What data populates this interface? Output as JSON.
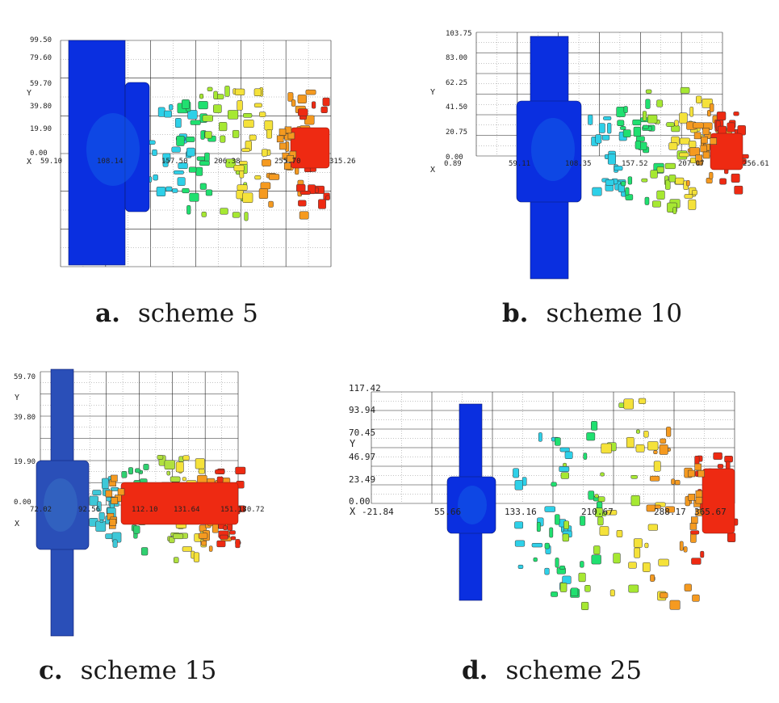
{
  "panels": [
    {
      "id": "a",
      "caption_letter": "a.",
      "caption_text": "scheme 5",
      "y_ticks": [
        "99.50",
        "79.60",
        "59.70",
        "39.80",
        "19.90",
        "0.00"
      ],
      "x_ticks": [
        "59.10",
        "108.14",
        "157.50",
        "206.38",
        "255.70",
        "315.26"
      ],
      "y_label": "Y",
      "x_label": "X",
      "zone_colors": [
        "#0a2fe0",
        "#1565e8",
        "#2ed0e8",
        "#20e070",
        "#a6e832",
        "#f5e23a",
        "#f59a20",
        "#ee2a12"
      ]
    },
    {
      "id": "b",
      "caption_letter": "b.",
      "caption_text": "scheme 10",
      "y_ticks": [
        "103.75",
        "83.00",
        "62.25",
        "41.50",
        "20.75",
        "0.00"
      ],
      "x_ticks": [
        "0.89",
        "59.11",
        "108.35",
        "157.52",
        "207.07",
        "256.61"
      ],
      "y_label": "Y",
      "x_label": "X",
      "zone_colors": [
        "#0a2fe0",
        "#1565e8",
        "#2ed0e8",
        "#20e070",
        "#a6e832",
        "#f5e23a",
        "#f59a20",
        "#ee2a12"
      ]
    },
    {
      "id": "c",
      "caption_letter": "c.",
      "caption_text": "scheme 15",
      "y_ticks": [
        "59.70",
        "39.80",
        "19.90",
        "0.00"
      ],
      "x_ticks": [
        "72.02",
        "92.56",
        "112.10",
        "131.64",
        "151.18",
        "170.72"
      ],
      "y_label": "Y",
      "x_label": "X",
      "zone_colors": [
        "#2a4fb8",
        "#3a78c8",
        "#3ec8d8",
        "#30d070",
        "#b0e040",
        "#f5e23a",
        "#f59a20",
        "#ee2a12"
      ]
    },
    {
      "id": "d",
      "caption_letter": "d.",
      "caption_text": "scheme 25",
      "y_ticks": [
        "117.42",
        "93.94",
        "70.45",
        "46.97",
        "23.49",
        "0.00"
      ],
      "x_ticks": [
        "-21.84",
        "55.66",
        "133.16",
        "210.67",
        "288.17",
        "365.67"
      ],
      "y_label": "Y",
      "x_label": "X",
      "zone_colors": [
        "#0a2fe0",
        "#1565e8",
        "#2ed0e8",
        "#20e070",
        "#a6e832",
        "#f5e23a",
        "#f59a20",
        "#ee2a12"
      ]
    }
  ]
}
